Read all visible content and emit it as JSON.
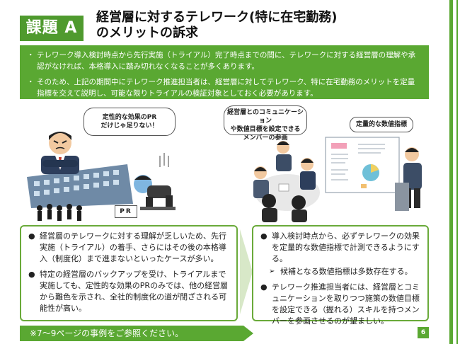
{
  "header": {
    "badge": "課題 A",
    "title_line1": "経営層に対するテレワーク(特に在宅勤務)",
    "title_line2": "のメリットの訴求"
  },
  "summary": {
    "bullets": [
      "テレワーク導入検討時点から先行実施（トライアル）完了時点までの間に、テレワークに対する経営層の理解や承認がなければ、本格導入に踏み切れなくなることが多くあります。",
      "そのため、上記の期間中にテレワーク推進担当者は、経営層に対してテレワーク、特に在宅勤務のメリットを定量指標を交えて説明し、可能な限りトライアルの検証対象としておく必要があります。"
    ]
  },
  "illustration": {
    "bubble_left_line1": "定性的な効果のPR",
    "bubble_left_line2": "だけじゃ足りない！",
    "bubble_center_line1": "経営層とのコミュニケーション",
    "bubble_center_line2": "や数値目標を設定できる",
    "bubble_center_line3": "メンバーの参画",
    "bubble_right": "定量的な数値指標",
    "pr_card": "PR"
  },
  "problems": {
    "items": [
      "経営層のテレワークに対する理解が乏しいため、先行実施（トライアル）の着手、さらにはその後の本格導入（制度化）まで進まないといったケースが多い。",
      "特定の経営層のバックアップを受け、トライアルまで実施しても、定性的な効果のPRのみでは、他の経営層から難色を示され、全社的制度化の道が閉ざされる可能性が高い。"
    ]
  },
  "solutions": {
    "item1": "導入検討時点から、必ずテレワークの効果を定量的な数値指標で計測できるようにする。",
    "item1_sub": "候補となる数値指標は多数存在する。",
    "item2": "テレワーク推進担当者には、経営層とコミュニケーションを取りつつ施策の数値目標を設定できる（握れる）スキルを持つメンバーを参画させるのが望ましい。"
  },
  "footer": {
    "reference": "※7～9ページの事例をご参照ください。",
    "page_number": "6"
  },
  "colors": {
    "accent_green": "#5aa832",
    "badge_green": "#4f9a2e",
    "box_border": "#6aaa3a",
    "arrow_fill": "#d8e8c8"
  }
}
